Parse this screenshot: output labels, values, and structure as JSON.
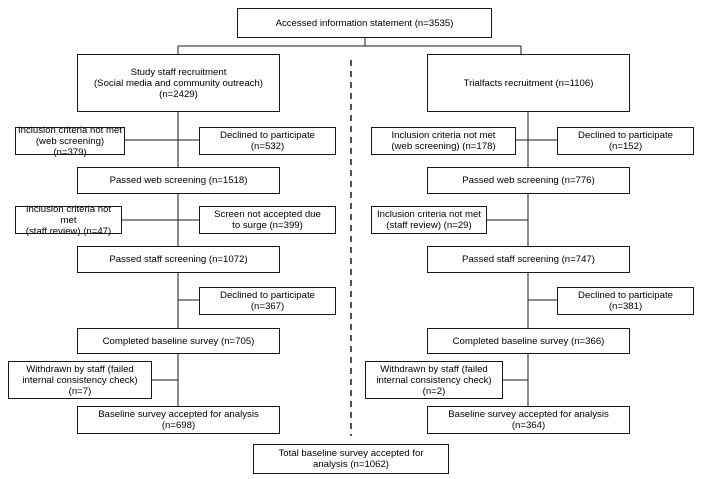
{
  "top": {
    "label": "Accessed information statement (n=3535)"
  },
  "left": {
    "recruit": "Study staff recruitment\n(Social media and community outreach)\n(n=2429)",
    "excl_web": "Inclusion criteria not met\n(web screening) (n=379)",
    "declined1": "Declined to participate\n(n=532)",
    "passed_web": "Passed web screening (n=1518)",
    "excl_staff": "Inclusion criteria not met\n(staff review) (n=47)",
    "surge": "Screen not accepted due\nto surge (n=399)",
    "passed_staff": "Passed staff screening (n=1072)",
    "declined2": "Declined to participate\n(n=367)",
    "baseline": "Completed baseline survey (n=705)",
    "withdrawn": "Withdrawn by staff (failed\ninternal consistency check)\n(n=7)",
    "accepted": "Baseline survey accepted for analysis\n(n=698)"
  },
  "right": {
    "recruit": "Trialfacts recruitment (n=1106)",
    "excl_web": "Inclusion criteria not met\n(web screening) (n=178)",
    "declined1": "Declined to participate\n(n=152)",
    "passed_web": "Passed web screening (n=776)",
    "excl_staff": "Inclusion criteria not met\n(staff review) (n=29)",
    "passed_staff": "Passed staff screening (n=747)",
    "declined2": "Declined to participate\n(n=381)",
    "baseline": "Completed baseline survey (n=366)",
    "withdrawn": "Withdrawn by staff (failed\ninternal consistency check)\n(n=2)",
    "accepted": "Baseline survey accepted for analysis\n(n=364)"
  },
  "total": {
    "label": "Total baseline survey accepted for\nanalysis (n=1062)"
  },
  "colors": {
    "line": "#1a1a1a",
    "box_border": "#1a1a1a",
    "background": "#ffffff"
  }
}
